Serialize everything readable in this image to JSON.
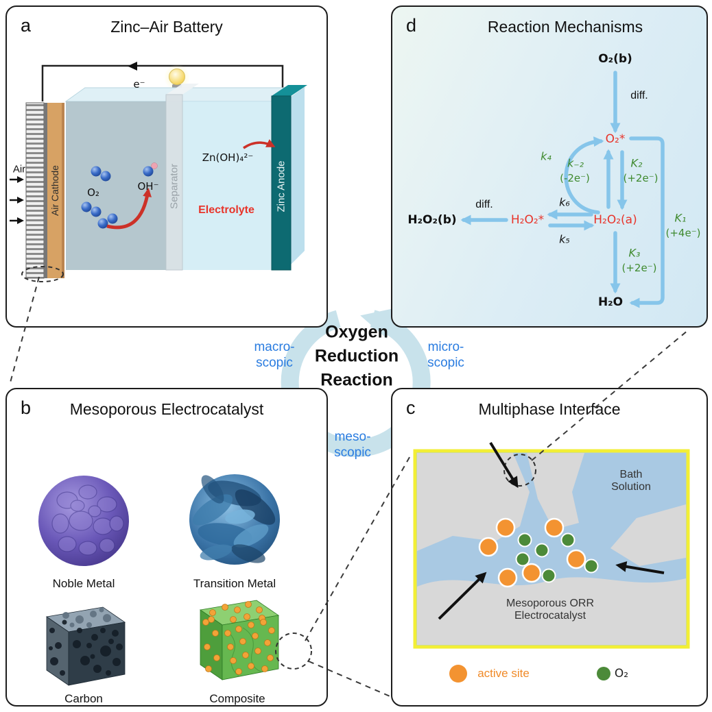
{
  "panel_a": {
    "letter": "a",
    "title": "Zinc–Air Battery",
    "labels": {
      "electron": "e⁻",
      "air": "Air",
      "air_cathode": "Air Cathode",
      "o2": "O₂",
      "oh": "OH⁻",
      "separator": "Separator",
      "electrolyte": "Electrolyte",
      "zincate": "Zn(OH)₄²⁻",
      "zinc_anode": "Zinc Anode"
    }
  },
  "panel_b": {
    "letter": "b",
    "title": "Mesoporous Electrocatalyst",
    "items": [
      {
        "label": "Noble Metal"
      },
      {
        "label": "Transition Metal"
      },
      {
        "label": "Carbon"
      },
      {
        "label": "Composite"
      }
    ]
  },
  "panel_c": {
    "letter": "c",
    "title": "Multiphase Interface",
    "bath_solution": "Bath\nSolution",
    "catalyst": "Mesoporous ORR\nElectrocatalyst",
    "legend": {
      "active_site": "active site",
      "o2": "O₂"
    }
  },
  "panel_d": {
    "letter": "d",
    "title": "Reaction Mechanisms",
    "species": {
      "o2_bulk": "O₂(b)",
      "o2_ads": "O₂*",
      "h2o2_ads": "H₂O₂*",
      "h2o2_a": "H₂O₂(a)",
      "h2o2_bulk": "H₂O₂(b)",
      "h2o": "H₂O"
    },
    "labels": {
      "diff_top": "diff.",
      "diff_left": "diff.",
      "k4": "k₄",
      "k_minus2": "k₋₂",
      "k_minus2_e": "(-2e⁻)",
      "K2": "K₂",
      "K2_e": "(+2e⁻)",
      "K1": "K₁",
      "K1_e": "(+4e⁻)",
      "K3": "K₃",
      "K3_e": "(+2e⁻)",
      "k6": "k₆",
      "k5": "k₅"
    }
  },
  "center": {
    "orr": "Oxygen\nReduction\nReaction",
    "macro": "macro-\nscopic",
    "micro": "micro-\nscopic",
    "meso": "meso-\nscopic"
  },
  "colors": {
    "scale_blue": "#2a7ce0",
    "species_red": "#e8342a",
    "rate_green": "#3f8a2e",
    "mechanism_arrow_blue": "#86c5ea",
    "cycle_swirl": "#c3dfe9",
    "interface_box_yellow": "#f2ee35",
    "active_site_orange": "#f39331",
    "oxygen_green": "#4c8a39"
  }
}
